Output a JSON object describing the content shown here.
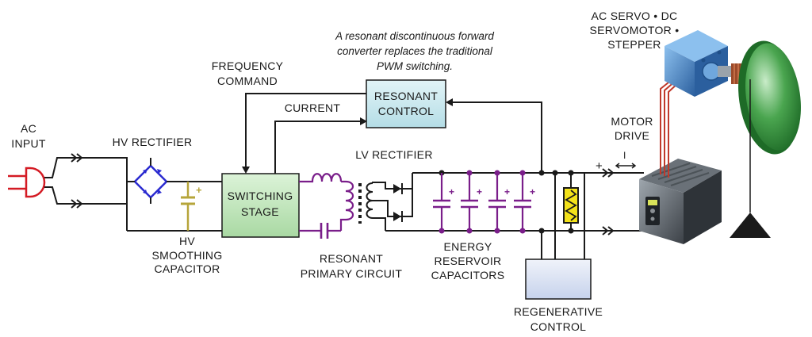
{
  "labels": {
    "ac_input": [
      "AC",
      "INPUT"
    ],
    "hv_rectifier": "HV RECTIFIER",
    "hv_capacitor": [
      "HV",
      "SMOOTHING",
      "CAPACITOR"
    ],
    "frequency_command": [
      "FREQUENCY",
      "COMMAND"
    ],
    "current": "CURRENT",
    "switching_stage": [
      "SWITCHING",
      "STAGE"
    ],
    "resonant_control": [
      "RESONANT",
      "CONTROL"
    ],
    "lv_rectifier": "LV RECTIFIER",
    "resonant_primary": [
      "RESONANT",
      "PRIMARY CIRCUIT"
    ],
    "energy_capacitors": [
      "ENERGY",
      "RESERVOIR",
      "CAPACITORS"
    ],
    "regenerative_control": [
      "REGENERATIVE",
      "CONTROL"
    ],
    "motor_drive": [
      "MOTOR",
      "DRIVE"
    ],
    "motor_types": [
      "AC SERVO • DC",
      "SERVOMOTOR •",
      "STEPPER"
    ],
    "note": [
      "A resonant discontinuous forward",
      "converter replaces the traditional",
      "PWM switching."
    ],
    "plus": "+",
    "current_symbol": "I"
  },
  "colors": {
    "wire": "#1a1a1a",
    "primary": "#7a1e8a",
    "rectifier": "#2a2ad0",
    "plug": "#d41b24",
    "switching_fill": "#c9ebc5",
    "resonant_fill": "#c7e6ec",
    "regen_fill": "#dfe6f4",
    "smoothing_cap": "#b6a53a",
    "resistor_fill": "#f3e21a",
    "servo": "#3d78c0",
    "disc": "#2f8a3a"
  }
}
